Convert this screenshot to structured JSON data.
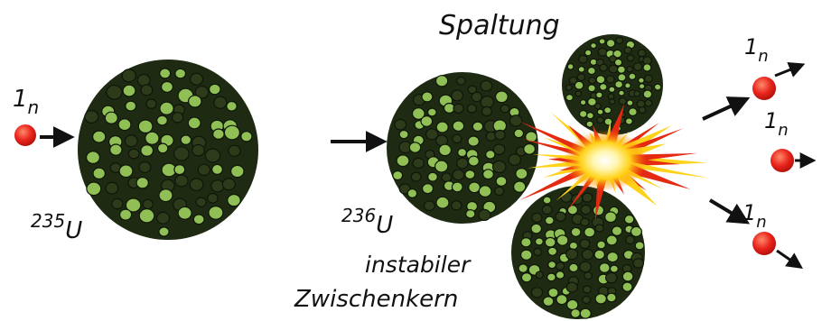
{
  "labels": {
    "fission": "Spaltung",
    "u235_mass": "235",
    "u235_symbol": "U",
    "u236_mass": "236",
    "u236_symbol": "U",
    "unstable_line1": "instabiler",
    "unstable_line2": "Zwischenkern",
    "neutron_mass": "1",
    "neutron_symbol": "n"
  },
  "colors": {
    "neutron": "#e8231c",
    "nucleus_dark": "#1e2a12",
    "nucleon_green": "#8fbf55",
    "flash_yellow": "#ffd21a",
    "flash_red": "#e52a12",
    "arrow": "#111111"
  }
}
